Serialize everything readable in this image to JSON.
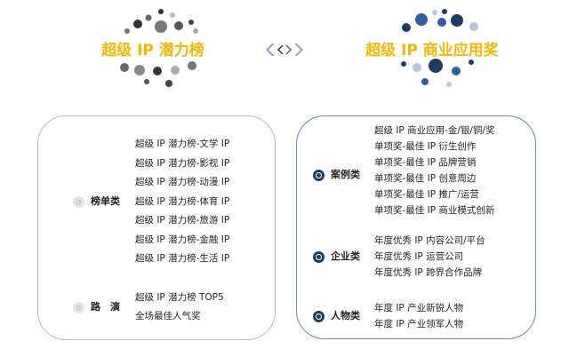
{
  "left": {
    "title": "超级 IP 潜力榜",
    "groups": [
      {
        "label": "榜单类",
        "items": [
          "超级 IP 潜力榜-文学 IP",
          "超级 IP 潜力榜-影视 IP",
          "超级 IP 潜力榜-动漫 IP",
          "超级 IP 潜力榜-体育 IP",
          "超级 IP 潜力榜-旅游 IP",
          "超级 IP 潜力榜-金融 IP",
          "超级 IP 潜力榜-生活 IP"
        ]
      },
      {
        "label": "路　演",
        "items": [
          "超级 IP 潜力榜 TOP5",
          "全场最佳人气奖"
        ]
      }
    ]
  },
  "right": {
    "title": "超级 IP 商业应用奖",
    "groups": [
      {
        "label": "案例类",
        "items": [
          "超级 IP 商业应用-金/银/铜/奖",
          "单项奖-最佳 IP 衍生创作",
          "单项奖-最佳 IP 品牌营销",
          "单项奖-最佳 IP 创意周边",
          "单项奖-最佳 IP 推广/运营",
          "单项奖-最佳 IP 商业模式创新"
        ]
      },
      {
        "label": "企业类",
        "items": [
          "年度优秀 IP 内容公司/平台",
          "年度优秀 IP 运营公司",
          "年度优秀 IP 跨界合作品牌"
        ]
      },
      {
        "label": "人物类",
        "items": [
          "年度 IP 产业新锐人物",
          "年度 IP 产业领军人物"
        ]
      }
    ]
  },
  "colors": {
    "accent": "#f5b800",
    "navy": "#1f3a63",
    "grey": "#888888"
  }
}
